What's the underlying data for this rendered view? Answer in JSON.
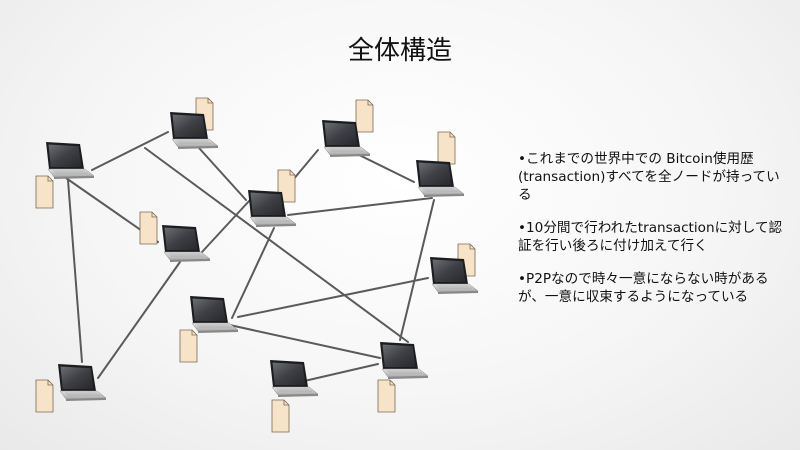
{
  "slide": {
    "title": "全体構造",
    "bullets": [
      "•これまでの世界中での Bitcoin使用歴(transaction)すべてを全ノードが持っている",
      "•10分間で行われたtransactionに対して認証を行い後ろに付け加えて行く",
      "•P2Pなので時々一意にならない時があるが、一意に収束するようになっている"
    ]
  },
  "diagram": {
    "node_icon": "laptop-icon",
    "ledger_icon": "document-icon",
    "colors": {
      "edge": "#5a5a5a",
      "ledger_fill": "#f6e3c8",
      "ledger_stroke": "#7a6a55",
      "laptop_screen": "#3d3f44",
      "laptop_body": "#c9c9c9"
    }
  }
}
